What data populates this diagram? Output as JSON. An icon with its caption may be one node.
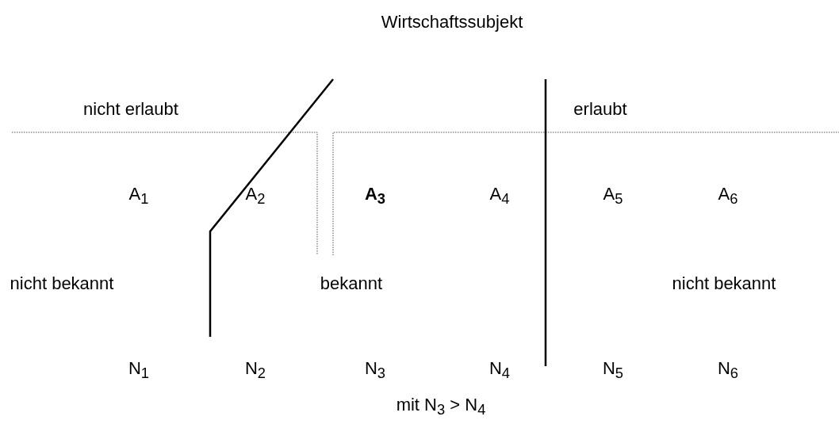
{
  "diagram": {
    "title": "Wirtschaftssubjekt",
    "labels": [
      "nicht erlaubt",
      "erlaubt",
      "A$_{1}$",
      "A$_{2}$",
      "A$_{3}$",
      "A$_{4}$",
      "A$_{5}$",
      "A$_{6}$",
      "nicht bekannt",
      "bekannt",
      "nicht bekannt",
      "N$_{1}$",
      "N$_{2}$",
      "N$_{3}$",
      "N$_{4}$",
      "N$_{5}$",
      "N$_{6}$",
      "mit N$_{3}$ > N$_{4}$"
    ]
  }
}
